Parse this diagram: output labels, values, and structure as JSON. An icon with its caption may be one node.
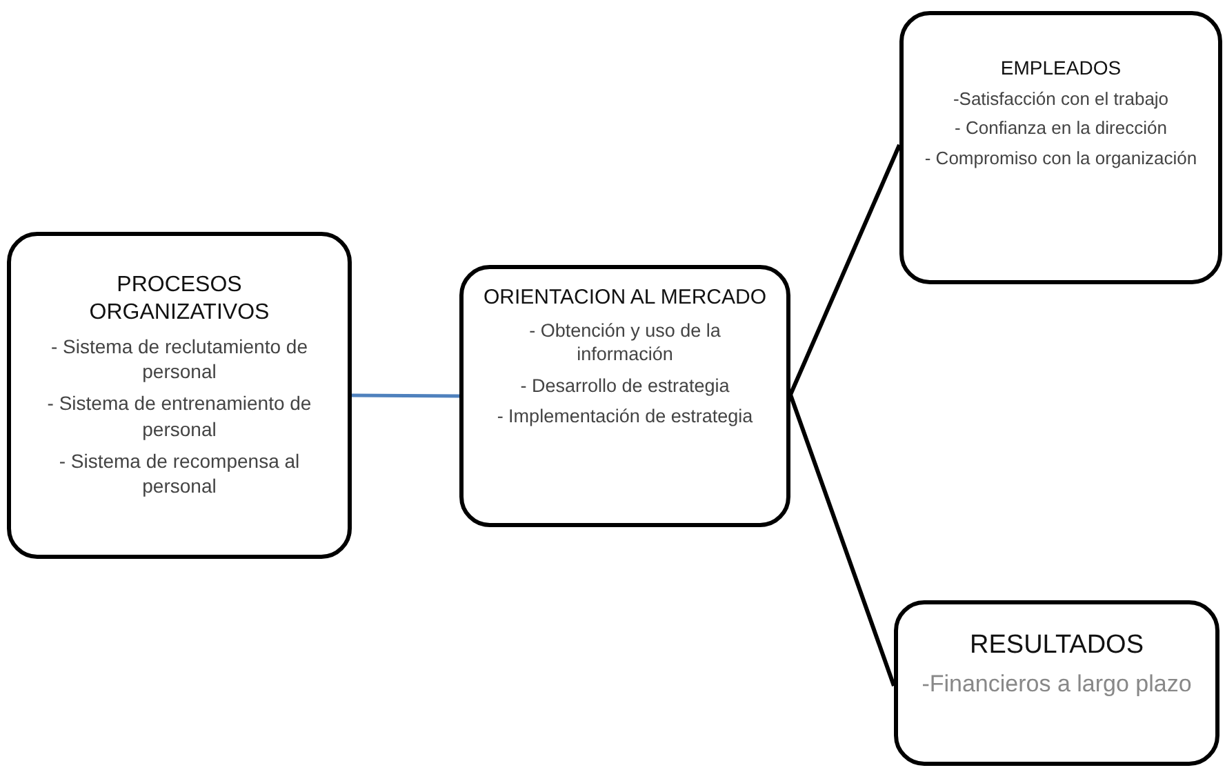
{
  "diagram": {
    "nodes": [
      {
        "text": [
          "PROCESOS ORGANIZATIVOS",
          "- Sistema de reclutamiento de personal",
          "- Sistema de entrenamiento de personal",
          "- Sistema de recompensa al personal"
        ]
      },
      {
        "text": [
          "ORIENTACION AL MERCADO",
          "- Obtención y uso de la información",
          "- Desarrollo de estrategia",
          "- Implementación de estrategia"
        ]
      },
      {
        "text": [
          "EMPLEADOS",
          "-Satisfacción con el trabajo",
          "- Confianza en la dirección",
          "- Compromiso con la organización"
        ]
      },
      {
        "text": [
          "RESULTADOS",
          "-Financieros a largo plazo"
        ]
      }
    ],
    "edges": [
      {
        "from": 0,
        "to": 1,
        "arrow": "none",
        "color": "#4f81bd"
      },
      {
        "from": 1,
        "to": 2,
        "arrow": "none"
      },
      {
        "from": 1,
        "to": 3,
        "arrow": "none"
      }
    ]
  }
}
